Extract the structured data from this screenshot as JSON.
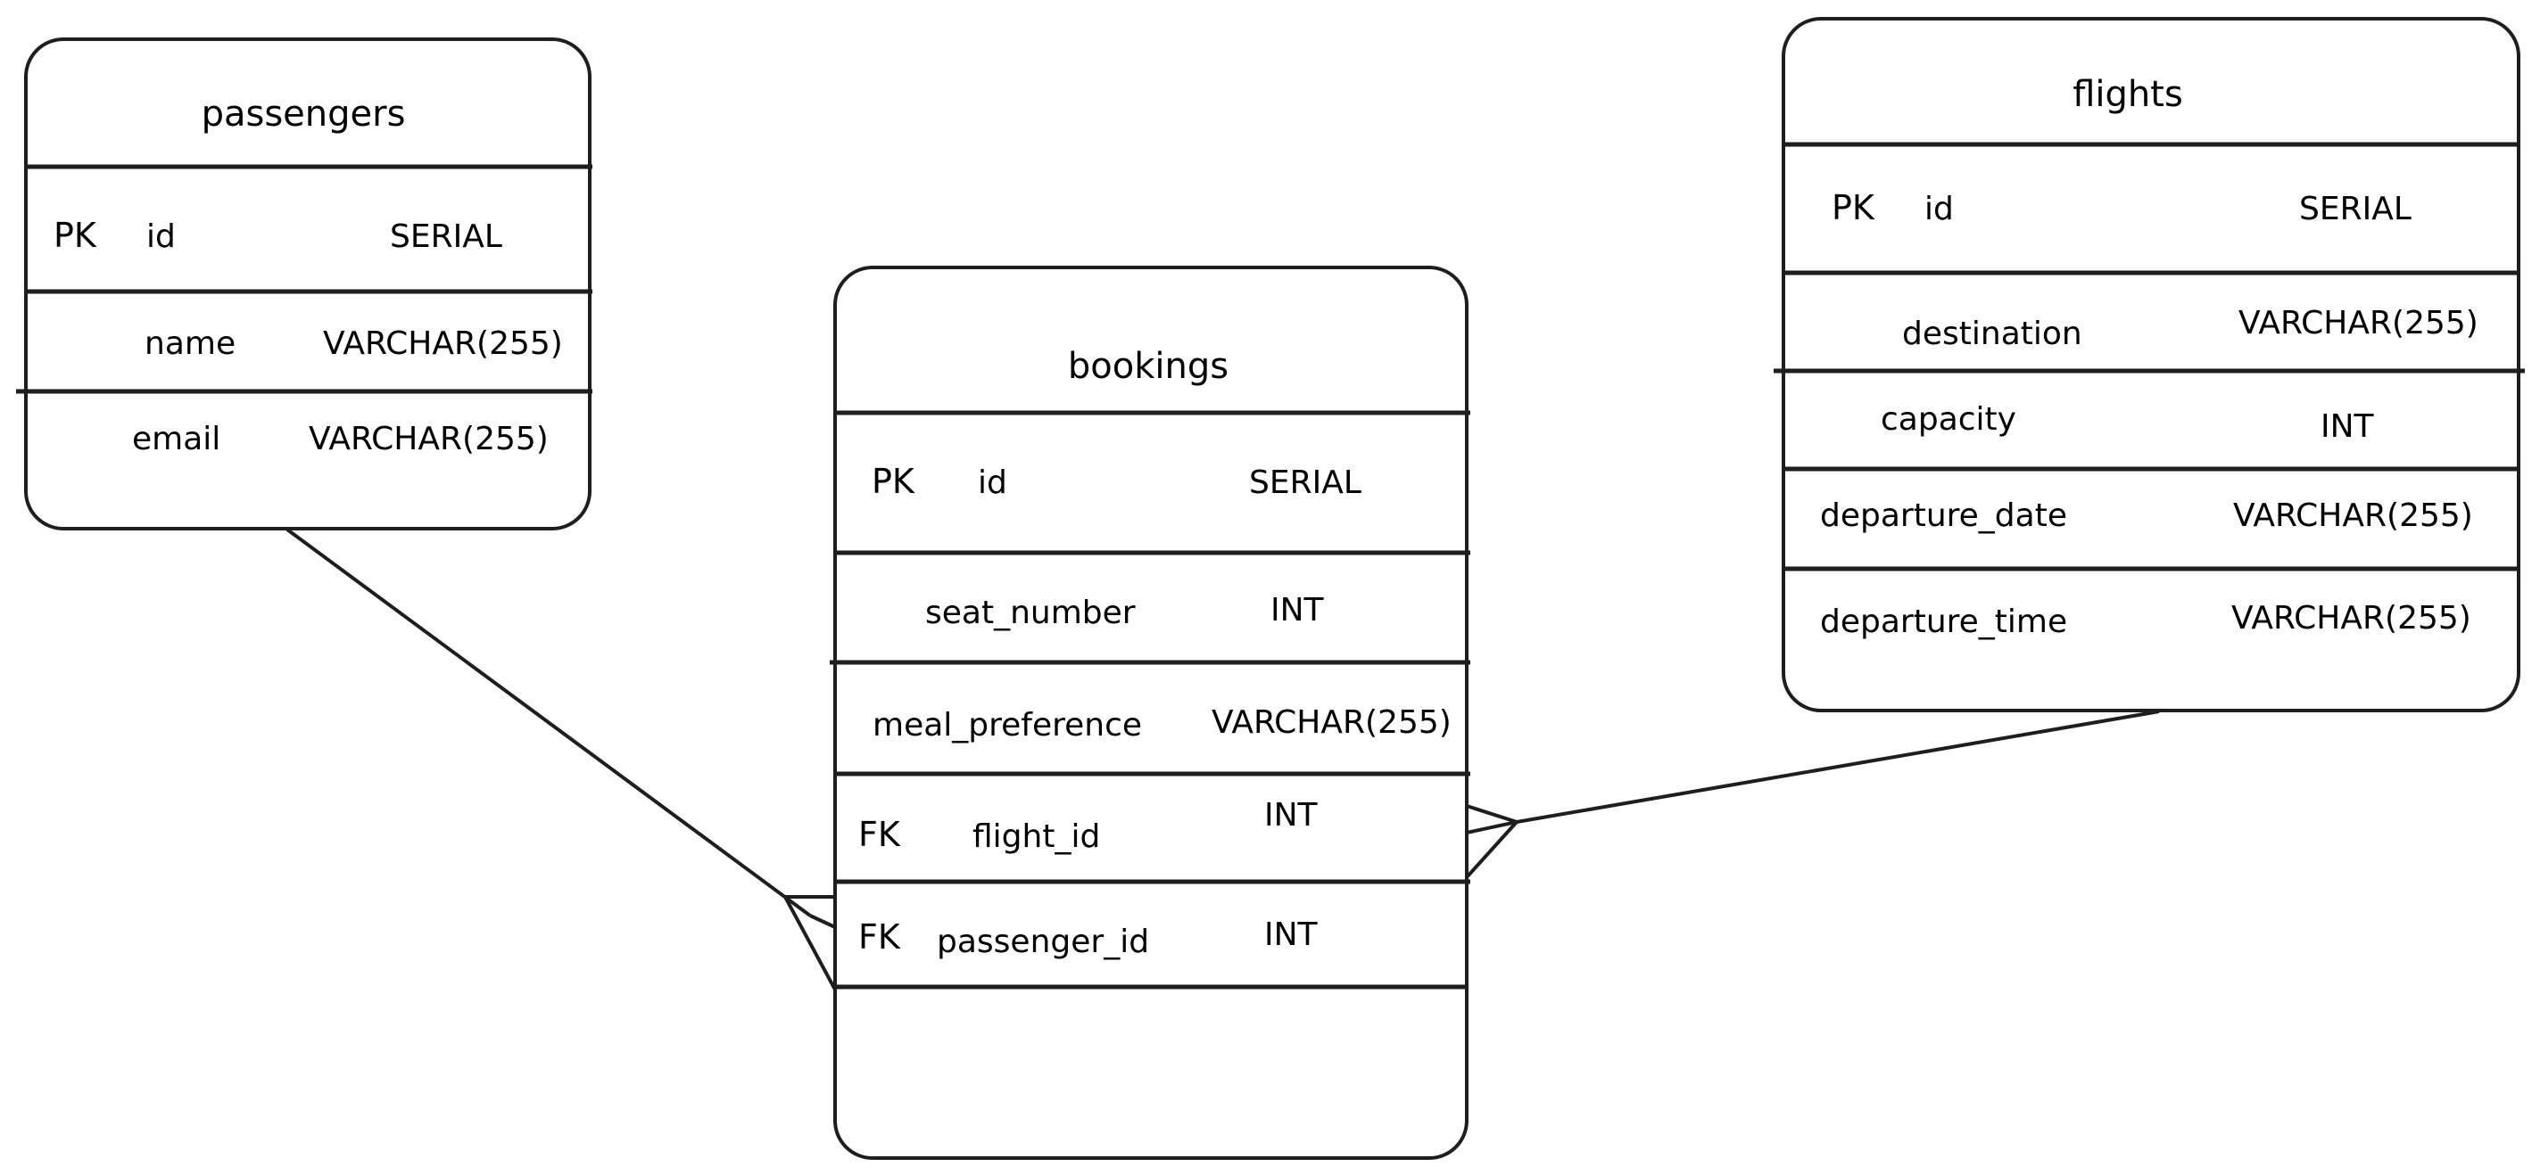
{
  "tables": {
    "passengers": {
      "title": "passengers",
      "rows": [
        {
          "key": "PK",
          "name": "id",
          "type": "SERIAL"
        },
        {
          "key": "",
          "name": "name",
          "type": "VARCHAR(255)"
        },
        {
          "key": "",
          "name": "email",
          "type": "VARCHAR(255)"
        }
      ]
    },
    "bookings": {
      "title": "bookings",
      "rows": [
        {
          "key": "PK",
          "name": "id",
          "type": "SERIAL"
        },
        {
          "key": "",
          "name": "seat_number",
          "type": "INT"
        },
        {
          "key": "",
          "name": "meal_preference",
          "type": "VARCHAR(255)"
        },
        {
          "key": "FK",
          "name": "flight_id",
          "type": "INT"
        },
        {
          "key": "FK",
          "name": "passenger_id",
          "type": "INT"
        }
      ]
    },
    "flights": {
      "title": "flights",
      "rows": [
        {
          "key": "PK",
          "name": "id",
          "type": "SERIAL"
        },
        {
          "key": "",
          "name": "destination",
          "type": "VARCHAR(255)"
        },
        {
          "key": "",
          "name": "capacity",
          "type": "INT"
        },
        {
          "key": "",
          "name": "departure_date",
          "type": "VARCHAR(255)"
        },
        {
          "key": "",
          "name": "departure_time",
          "type": "VARCHAR(255)"
        }
      ]
    }
  },
  "relationships": [
    {
      "from": "passengers",
      "to": "bookings.passenger_id",
      "cardinality": "one-to-many"
    },
    {
      "from": "flights",
      "to": "bookings.flight_id",
      "cardinality": "one-to-many"
    }
  ]
}
